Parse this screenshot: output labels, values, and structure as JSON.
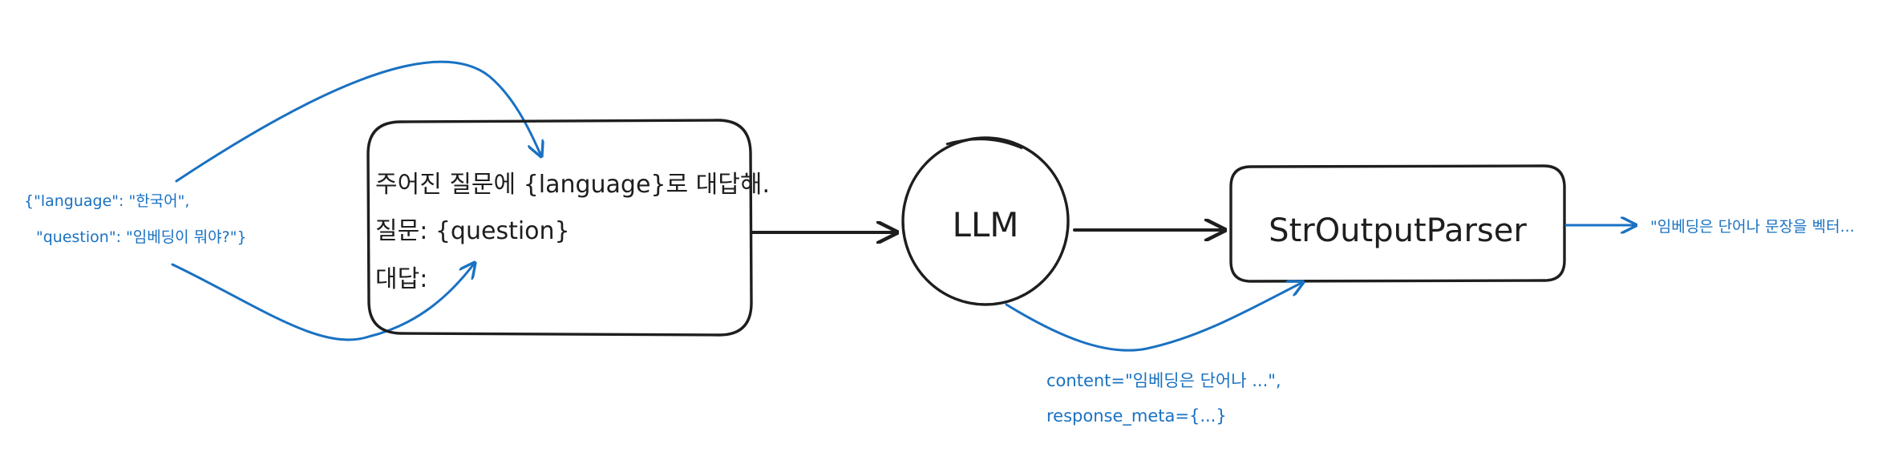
{
  "input": {
    "line1": "{\"language\": \"한국어\",",
    "line2": "\"question\": \"임베딩이 뭐야?\"}"
  },
  "prompt": {
    "line1": "주어진 질문에 {language}로 대답해.",
    "line2": "질문: {question}",
    "line3": "대답:"
  },
  "llm": {
    "label": "LLM"
  },
  "parser": {
    "label": "StrOutputParser"
  },
  "output": {
    "text": "\"임베딩은 단어나 문장을 벡터..."
  },
  "llm_message": {
    "line1": "content=\"임베딩은 단어나 ...\",",
    "line2": "response_meta={...}"
  },
  "colors": {
    "ink": "#1e1e1e",
    "accent": "#1971c2",
    "background": "#ffffff"
  }
}
